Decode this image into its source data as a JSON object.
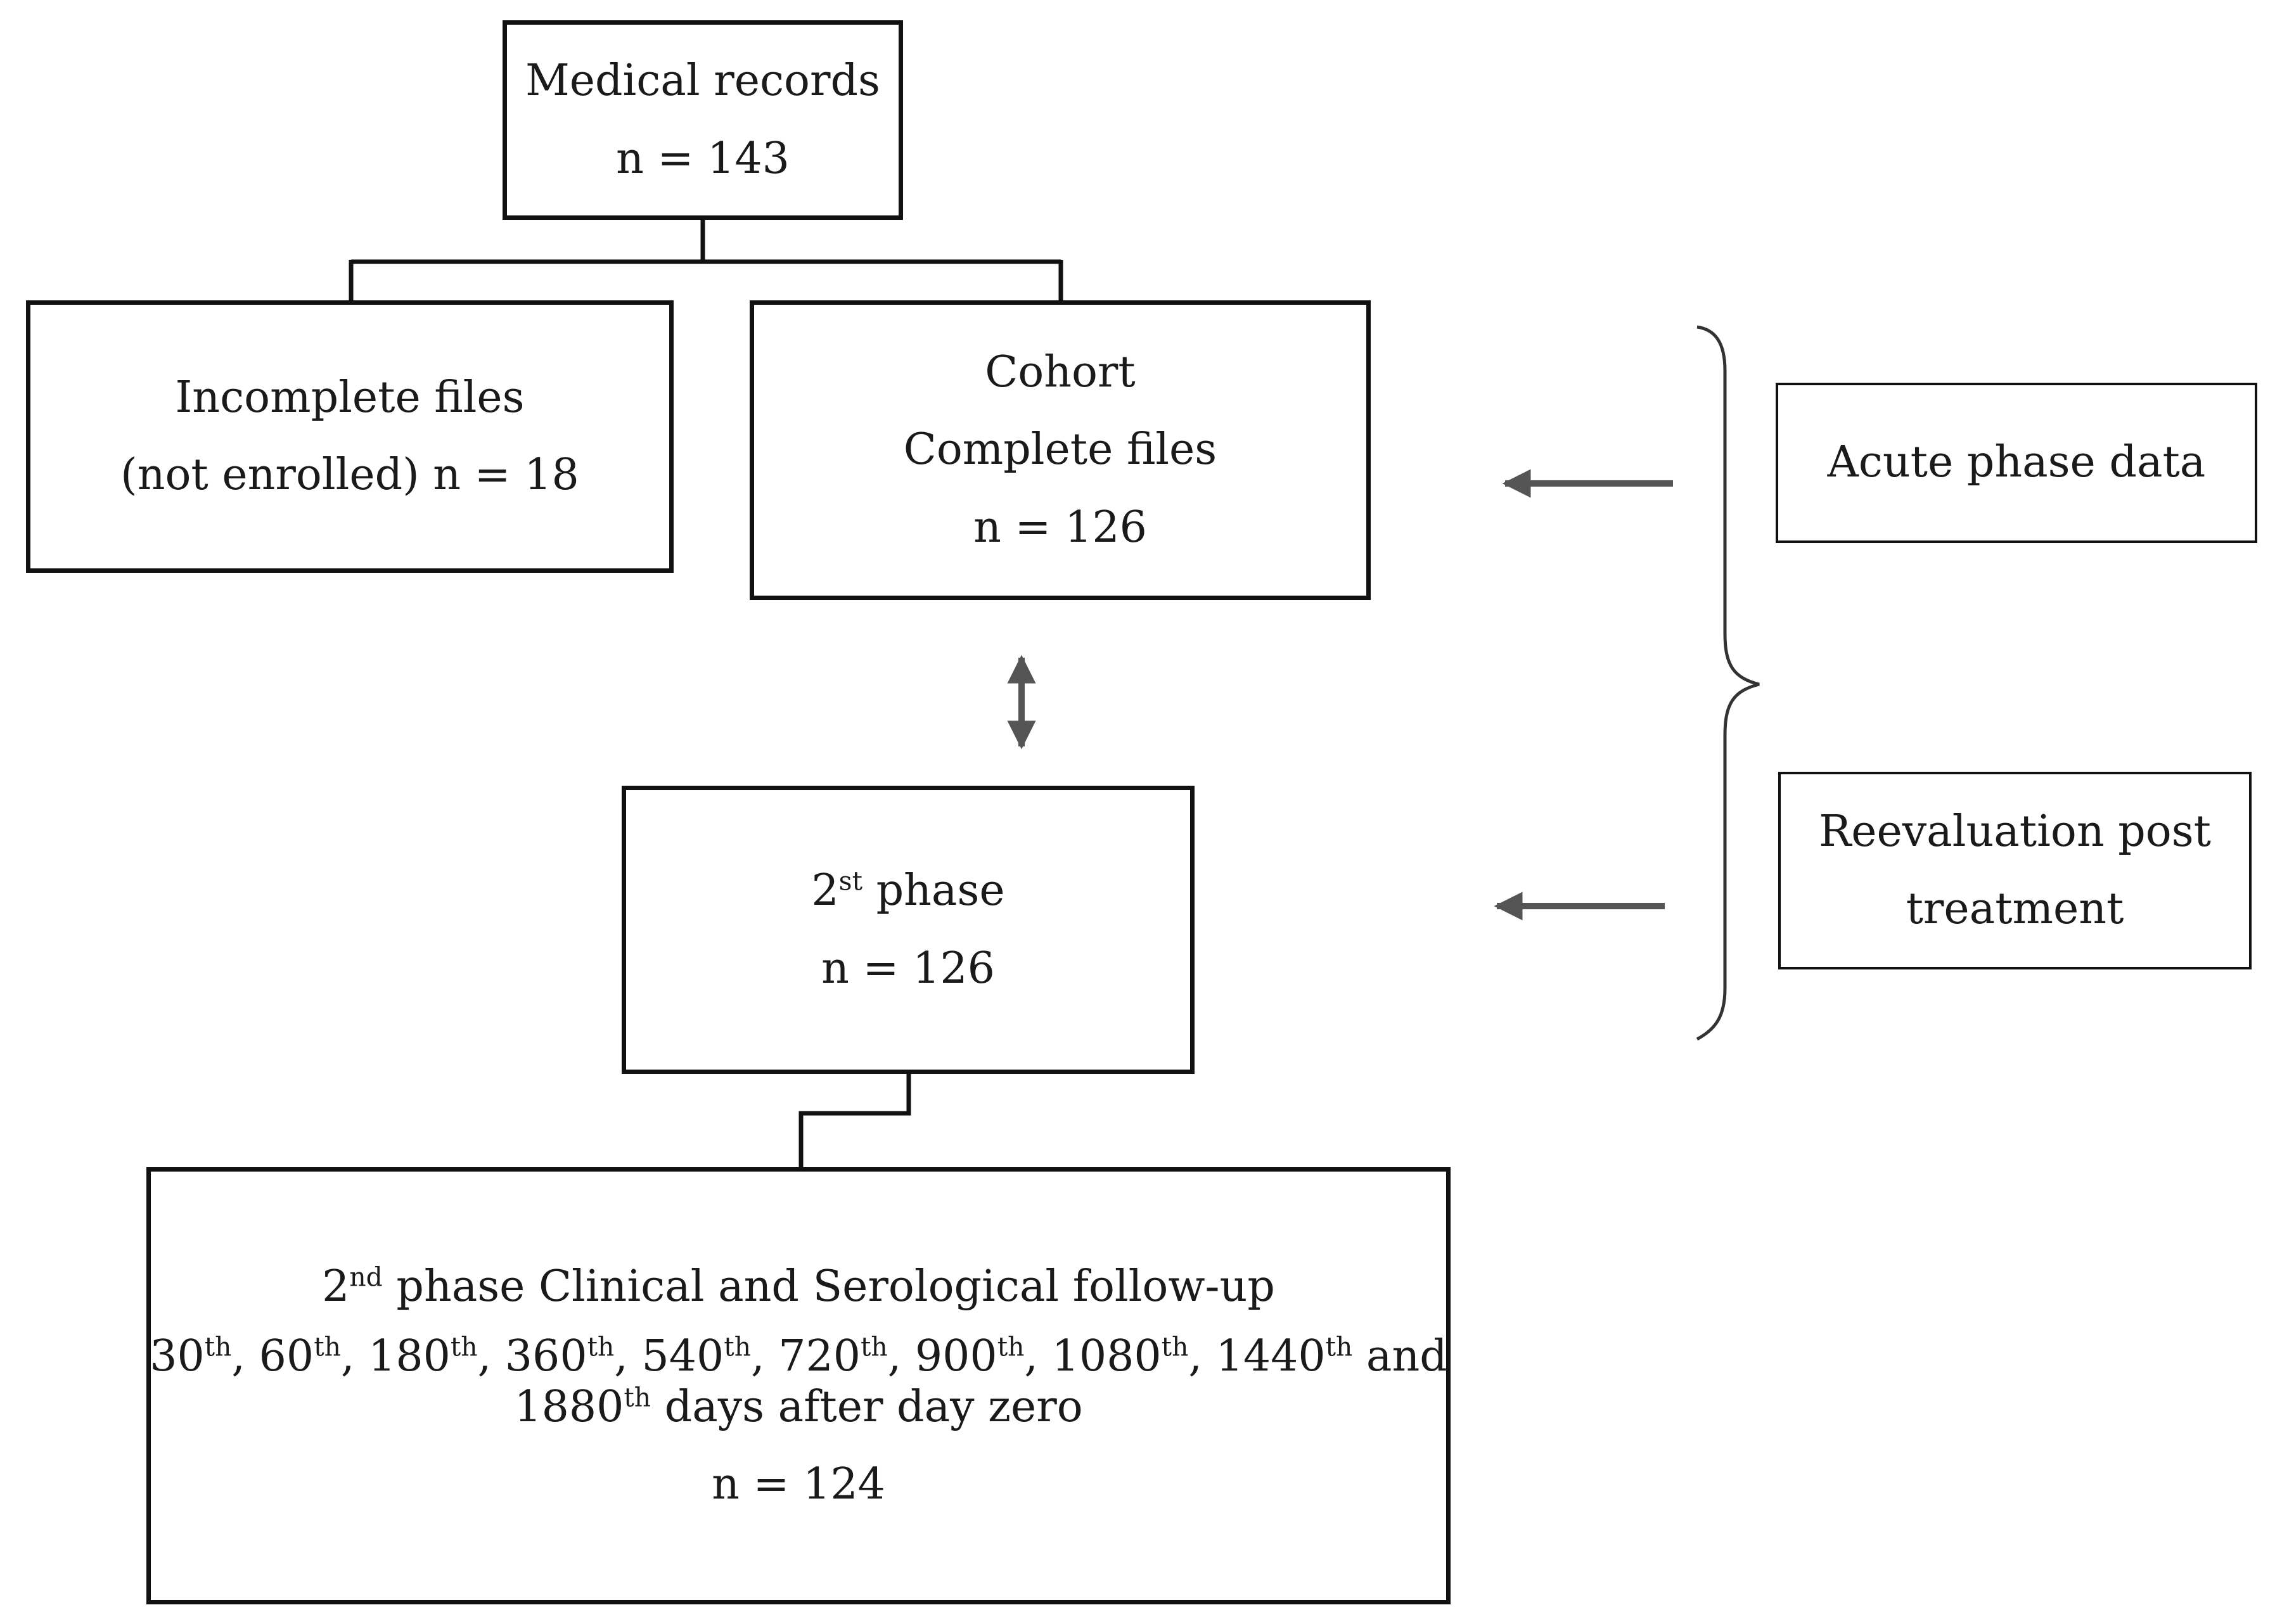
{
  "nodes": {
    "medical_records": {
      "title": "Medical records",
      "count": "n = 143"
    },
    "incomplete": {
      "title": "Incomplete files",
      "subtitle": "(not enrolled) n = 18"
    },
    "cohort": {
      "title": "Cohort",
      "subtitle": "Complete files",
      "count": "n = 126"
    },
    "acute": {
      "title": "Acute phase data"
    },
    "second_phase": {
      "num": "2",
      "sup": "st",
      "title": " phase",
      "count": "n = 126"
    },
    "reevaluation": {
      "line1": "Reevaluation post",
      "line2": "treatment"
    },
    "followup": {
      "num": "2",
      "sup": "nd",
      "title": " phase Clinical and Serological follow-up",
      "days": [
        {
          "n": "30",
          "sup": "th",
          "sep": ", "
        },
        {
          "n": "60",
          "sup": "th",
          "sep": ", "
        },
        {
          "n": "180",
          "sup": "th",
          "sep": ", "
        },
        {
          "n": "360",
          "sup": "th",
          "sep": ", "
        },
        {
          "n": "540",
          "sup": "th",
          "sep": ", "
        },
        {
          "n": "720",
          "sup": "th",
          "sep": ", "
        },
        {
          "n": "900",
          "sup": "th",
          "sep": ", "
        },
        {
          "n": "1080",
          "sup": "th",
          "sep": ", "
        },
        {
          "n": "1440",
          "sup": "th",
          "sep": " and"
        }
      ],
      "last_day": {
        "n": "1880",
        "sup": "th",
        "rest": " days after day zero"
      },
      "count": "n = 124"
    }
  },
  "colors": {
    "box_border": "#111111",
    "arrow": "#555555",
    "connector": "#111111"
  }
}
